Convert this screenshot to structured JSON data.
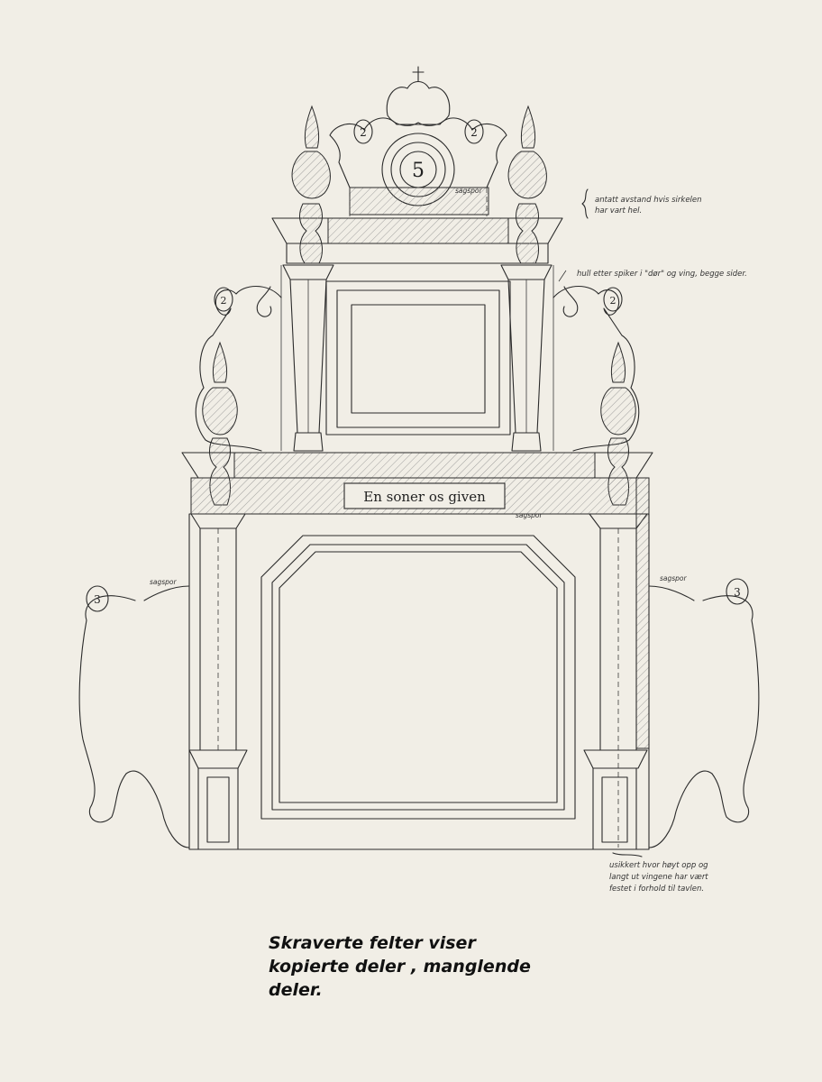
{
  "drawing": {
    "inscription": "En soner os given",
    "crown_number": "5",
    "small_number": "2",
    "wing_number": "3"
  },
  "annotations": {
    "sagspor_top": "sagspor",
    "sagspor_mid": "sagspor",
    "sagspor_left": "sagspor",
    "sagspor_right": "sagspor",
    "distance_note_line1": "antatt avstand hvis sirkelen",
    "distance_note_line2": "har vart hel.",
    "nail_holes_note": "hull etter spiker i \"dør\" og ving, begge sider.",
    "uncertain_line1": "usikkert hvor høyt opp og",
    "uncertain_line2": "langt ut vingene har vært",
    "uncertain_line3": "festet i forhold til tavlen."
  },
  "caption": {
    "line1": "Skraverte felter viser",
    "line2": "kopierte deler , manglende",
    "line3": "deler."
  }
}
